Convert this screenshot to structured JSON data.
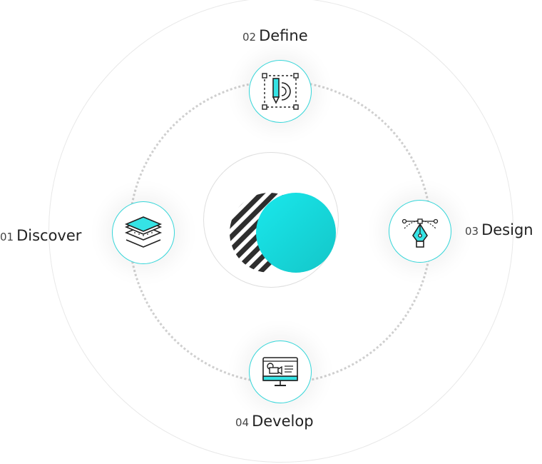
{
  "steps": [
    {
      "num": "01",
      "title": "Discover",
      "icon": "layers-icon"
    },
    {
      "num": "02",
      "title": "Define",
      "icon": "pencil-gear-icon"
    },
    {
      "num": "03",
      "title": "Design",
      "icon": "pen-tool-icon"
    },
    {
      "num": "04",
      "title": "Develop",
      "icon": "monitor-video-icon"
    }
  ],
  "colors": {
    "accent": "#1fd6d8",
    "accent_light": "#7ff0f0",
    "stripe": "#2e2e2e",
    "ring": "#e8e8e8"
  }
}
